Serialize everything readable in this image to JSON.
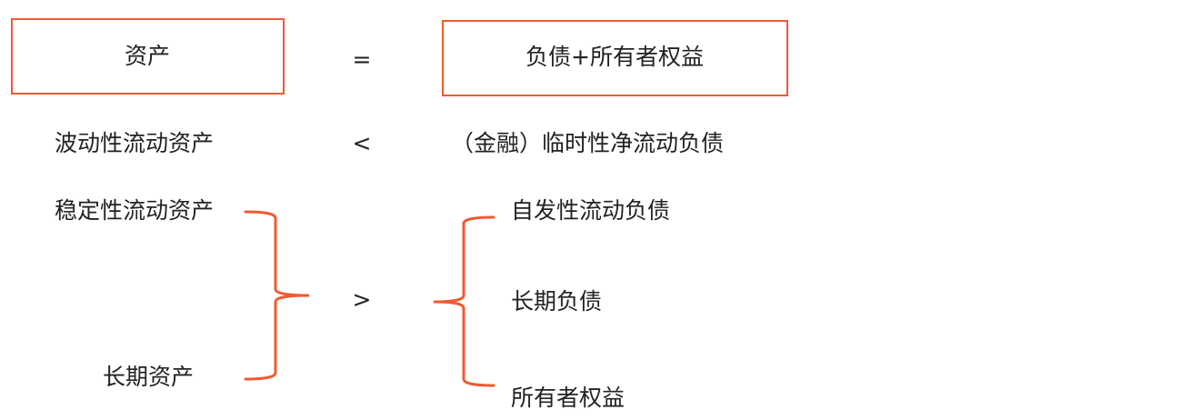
{
  "equation": {
    "left": "资产",
    "operator": "=",
    "right": "负债+所有者权益"
  },
  "row_volatile": {
    "left": "波动性流动资产",
    "operator": "<",
    "right": "（金融）临时性净流动负债"
  },
  "row_stable": {
    "left_items": [
      "稳定性流动资产",
      "长期资产"
    ],
    "operator": ">",
    "right_items": [
      "自发性流动负债",
      "长期负债",
      "所有者权益"
    ]
  },
  "colors": {
    "accent": "#f05a30",
    "text": "#222222"
  }
}
